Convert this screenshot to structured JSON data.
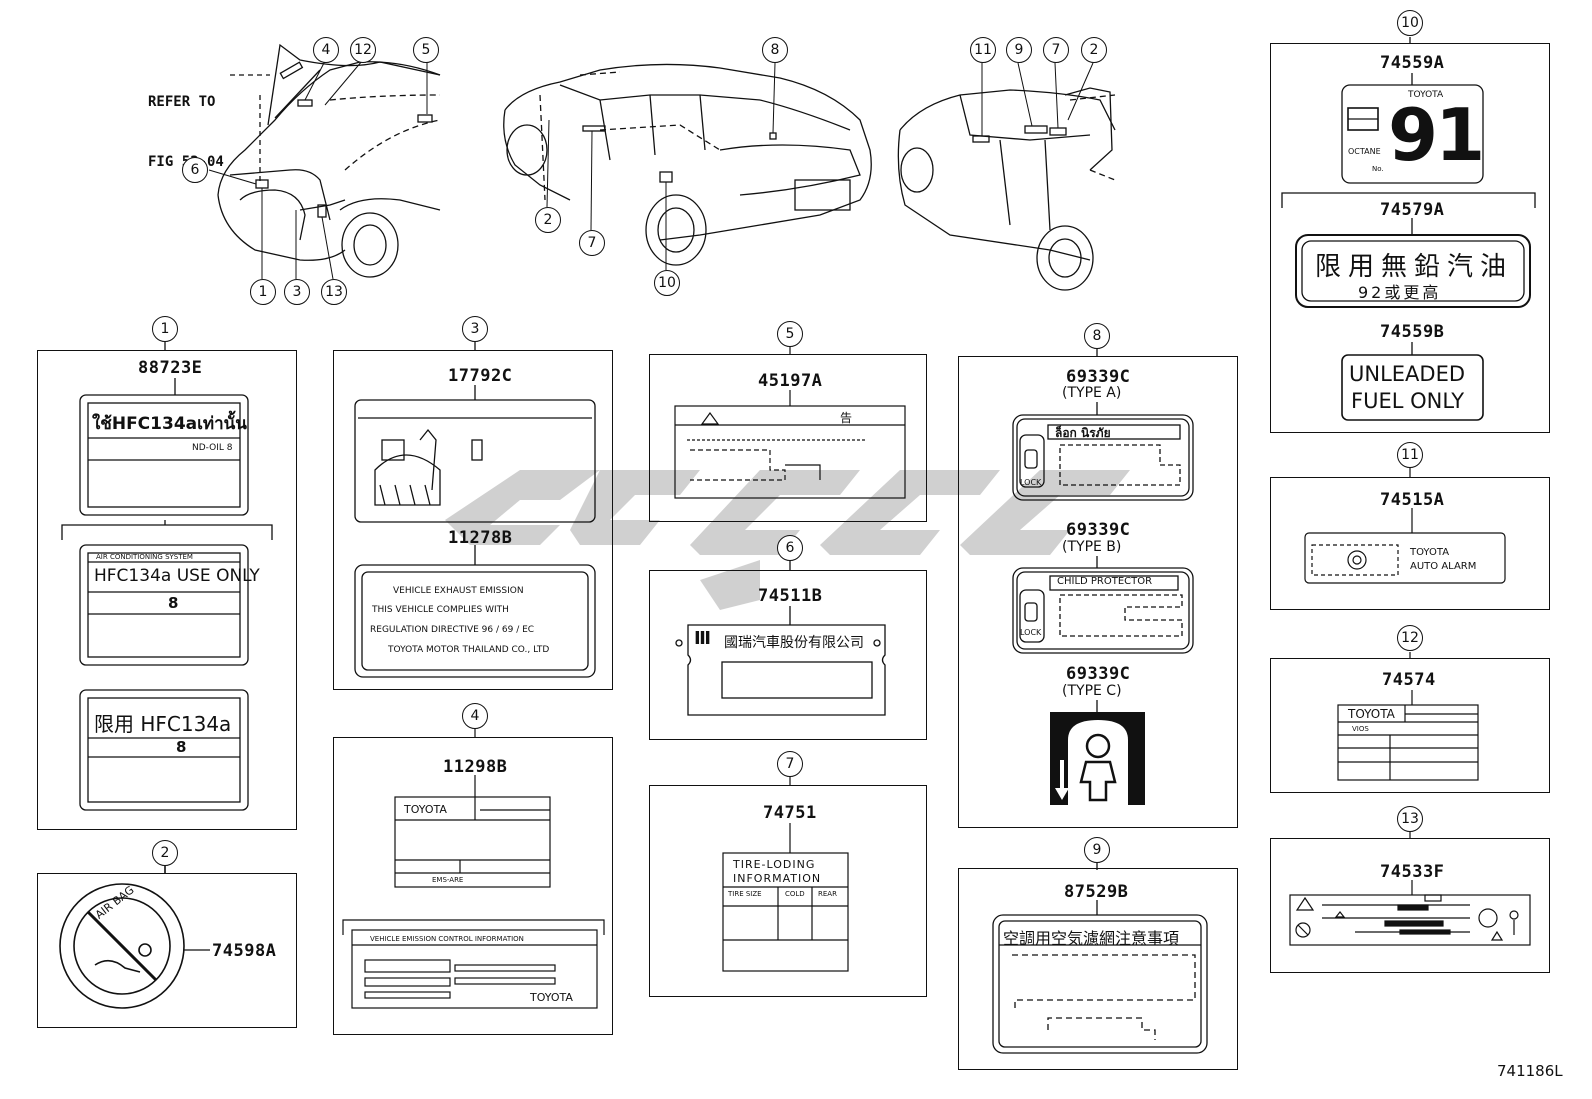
{
  "header": {
    "refer_line1": "REFER TO",
    "refer_line2": "FIG 53-04",
    "diagram_id": "741186L"
  },
  "callouts": {
    "c1": "1",
    "c2": "2",
    "c3": "3",
    "c4": "4",
    "c5": "5",
    "c6": "6",
    "c7": "7",
    "c8": "8",
    "c9": "9",
    "c10": "10",
    "c11": "11",
    "c12": "12",
    "c13": "13"
  },
  "panels": {
    "p1": {
      "index": "1",
      "part": "88723E",
      "l1_text": "ใช้HFC134aเท่านั้น",
      "l1_sub": "ND-OIL 8",
      "l2_head": "AIR CONDITIONING SYSTEM",
      "l2_text": "HFC134a USE ONLY",
      "l2_num": "8",
      "l3_text": "限用 HFC134a",
      "l3_num": "8"
    },
    "p2": {
      "index": "2",
      "part": "74598A",
      "ring_text": "AIR BAG"
    },
    "p3": {
      "index": "3",
      "part_a": "17792C",
      "part_b": "11278B",
      "lines": [
        "VEHICLE  EXHAUST  EMISSION",
        "THIS  VEHICLE  COMPLIES  WITH",
        "REGULATION  DIRECTIVE  96 / 69 / EC",
        "TOYOTA MOTOR THAILAND CO., LTD"
      ]
    },
    "p4": {
      "index": "4",
      "part": "11298B",
      "plate_brand": "TOYOTA",
      "plate_foot": "EMS-ARE",
      "info_head": "VEHICLE  EMISSION  CONTROL  INFORMATION",
      "info_brand": "TOYOTA"
    },
    "p5": {
      "index": "5",
      "part": "45197A",
      "warn_char": "告"
    },
    "p6": {
      "index": "6",
      "part": "74511B",
      "company": "國瑞汽車股份有限公司"
    },
    "p7": {
      "index": "7",
      "part": "74751",
      "head1": "TIRE-LODING",
      "head2": "INFORMATION",
      "col1": "TIRE SIZE",
      "col2": "COLD",
      "col3": "REAR"
    },
    "p8": {
      "index": "8",
      "part_a": "69339C",
      "type_a": "(TYPE A)",
      "part_b": "69339C",
      "type_b": "(TYPE B)",
      "part_c": "69339C",
      "type_c": "(TYPE C)",
      "thai_text": "ล็อก  นิรภัย",
      "lock": "LOCK",
      "child": "CHILD PROTECTOR"
    },
    "p9": {
      "index": "9",
      "part": "87529B",
      "title": "空調用空気濾網注意事項"
    },
    "p10": {
      "index": "10",
      "part_a": "74559A",
      "brand": "TOYOTA",
      "octane": "OCTANE",
      "no": "No.",
      "num": "91",
      "part_b": "74579A",
      "cn1": "限用無鉛汽油",
      "cn2": "92或更高",
      "part_c": "74559B",
      "unl1": "UNLEADED",
      "unl2": "FUEL  ONLY"
    },
    "p11": {
      "index": "11",
      "part": "74515A",
      "t1": "TOYOTA",
      "t2": "AUTO  ALARM"
    },
    "p12": {
      "index": "12",
      "part": "74574",
      "brand": "TOYOTA",
      "model": "VIOS"
    },
    "p13": {
      "index": "13",
      "part": "74533F"
    }
  }
}
